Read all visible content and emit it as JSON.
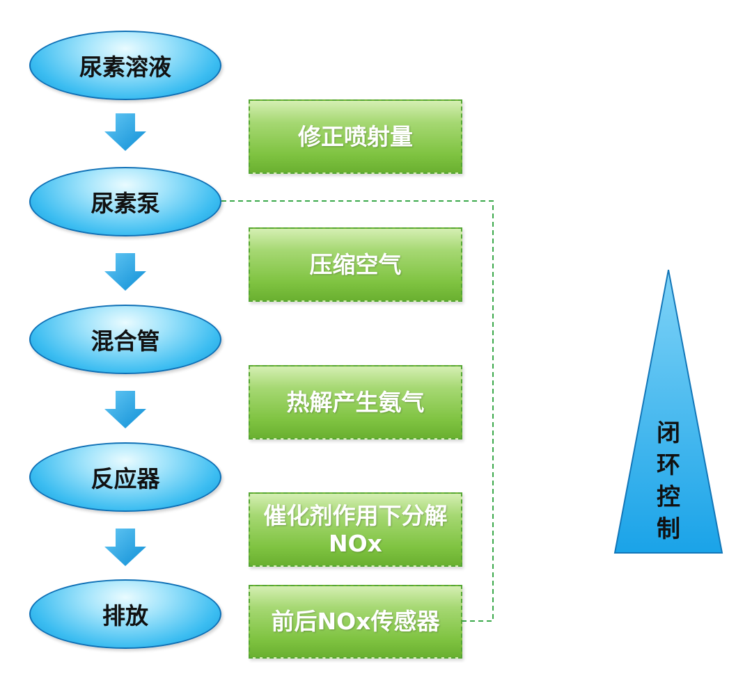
{
  "flow_steps": [
    "尿素溶液",
    "尿素泵",
    "混合管",
    "反应器",
    "排放"
  ],
  "process_notes": [
    "修正喷射量",
    "压缩空气",
    "热解产生氨气",
    "催化剂作用下分解NOx",
    "前后NOx传感器"
  ],
  "feedback_label": [
    "闭",
    "环",
    "控",
    "制"
  ],
  "colors": {
    "ellipse_fill": "#3cbdf1",
    "ellipse_border": "#0e6fb5",
    "arrow": "#1e9ee2",
    "box_fill": "#7fc341",
    "box_border": "#55a633",
    "dashed_line": "#3aa84a",
    "triangle_fill": "#2fb0ec"
  }
}
